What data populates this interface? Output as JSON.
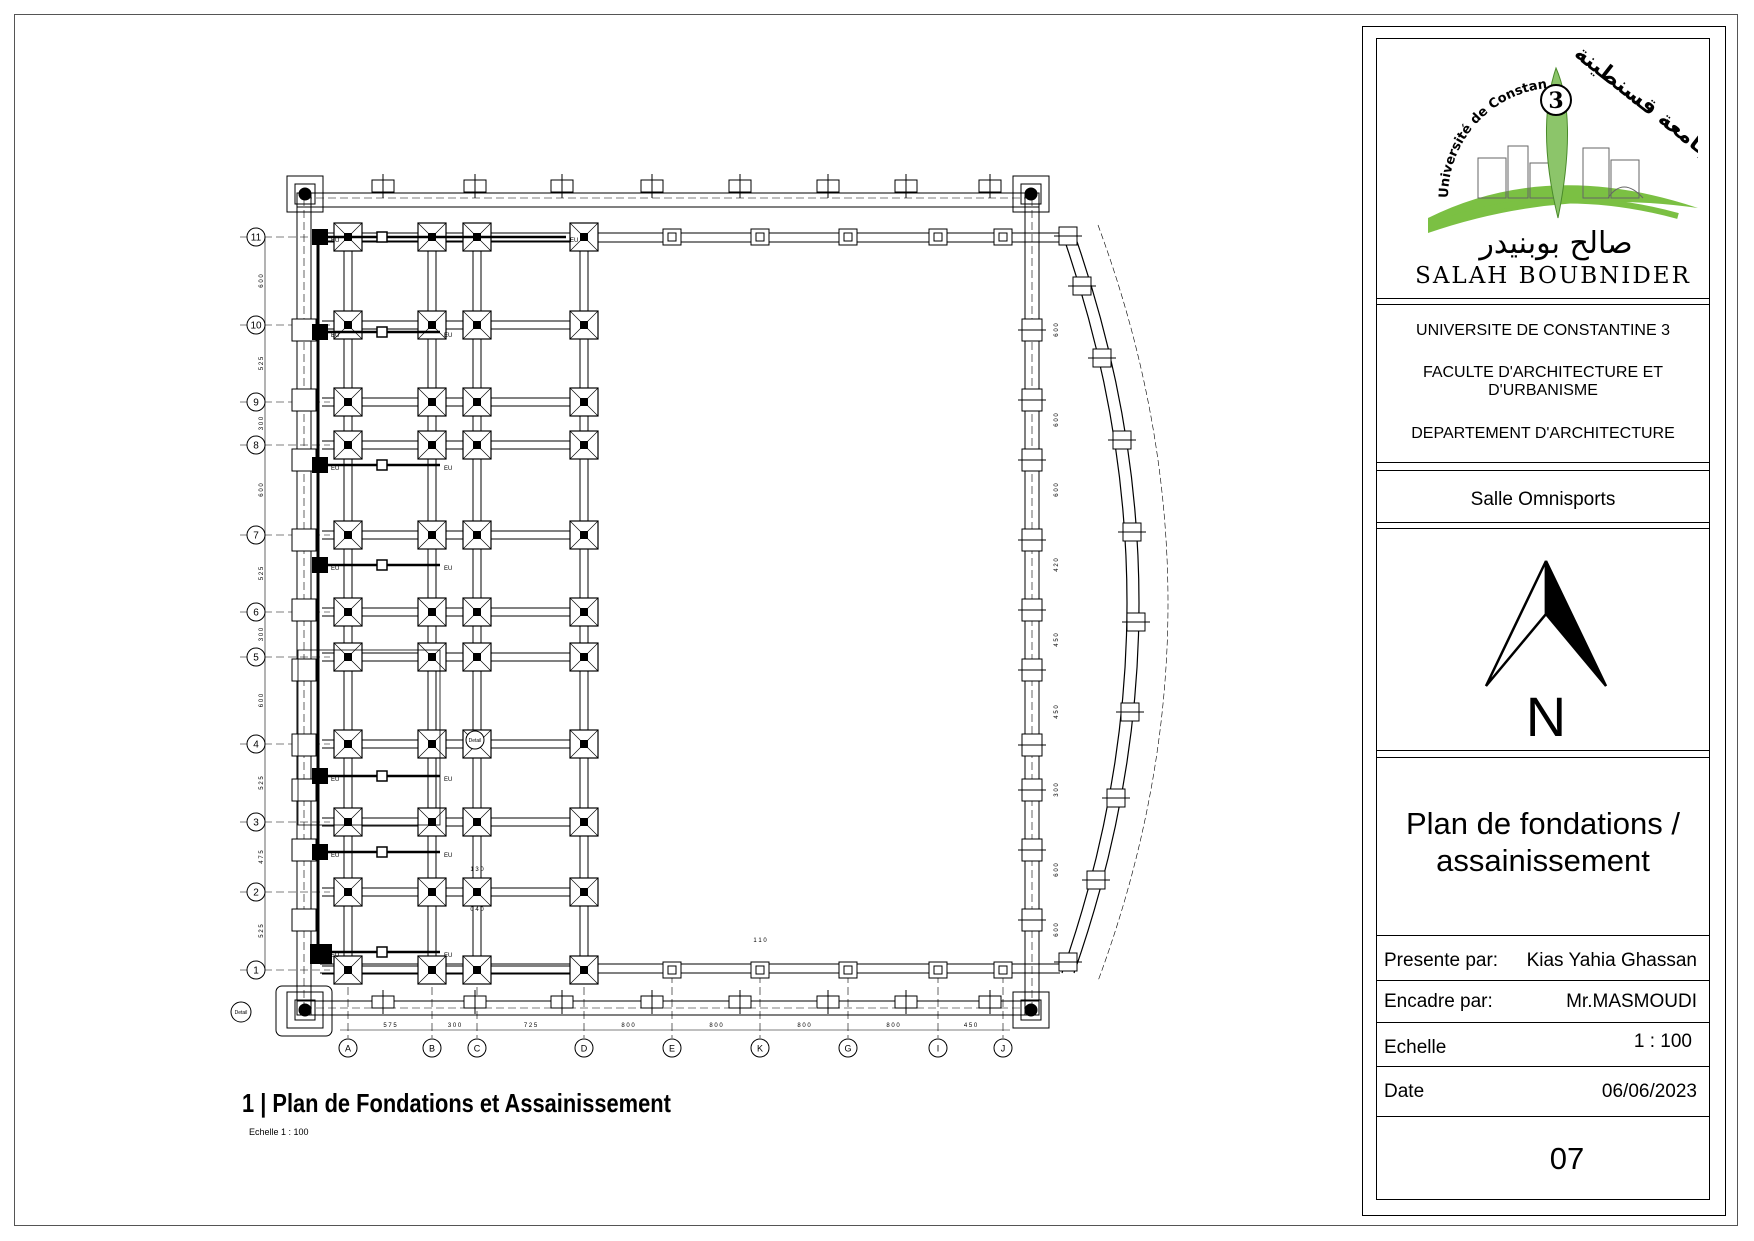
{
  "drawing": {
    "title": "1 | Plan de Fondations et Assainissement",
    "scale_note": "Echelle 1 : 100",
    "row_axes": [
      "1",
      "2",
      "3",
      "4",
      "5",
      "6",
      "7",
      "8",
      "9",
      "10",
      "11"
    ],
    "column_axes": [
      "A",
      "B",
      "C",
      "D",
      "E",
      "K",
      "G",
      "I",
      "J"
    ],
    "column_dims": [
      "5 7 5",
      "3 0 0",
      "7 2 5",
      "8 0 0",
      "8 0 0",
      "8 0 0",
      "8 0 0",
      "4 5 0"
    ],
    "row_dims": [
      "5 2 5",
      "4 7 5",
      "5 2 5",
      "6 0 0",
      "3 0 0",
      "5 2 5",
      "6 0 0",
      "3 0 0",
      "5 2 5",
      "6 0 0"
    ],
    "arc_dims": [
      "6 0 0",
      "6 0 0",
      "6 0 0",
      "4 2 0",
      "4 5 0",
      "4 5 0",
      "3 0 0",
      "6 0 0",
      "6 0 0"
    ],
    "drain_label": "EU",
    "detail_tag": "Detail",
    "footing_dims": [
      "1 3 0",
      "0 4 0",
      "1 1 0"
    ]
  },
  "logo": {
    "arc_text": "Université de Constantine",
    "number": "3",
    "arabic_top": "جامعة قسنطينة",
    "arabic_name": "صالح بوبنيدر",
    "latin_name": "SALAH BOUBNIDER"
  },
  "titleblock": {
    "university": "UNIVERSITE DE CONSTANTINE 3",
    "faculty_line1": "FACULTE D'ARCHITECTURE ET",
    "faculty_line2": "D'URBANISME",
    "department": "DEPARTEMENT D'ARCHITECTURE",
    "project": "Salle Omnisports",
    "north_letter": "N",
    "sheet_title_line1": "Plan de fondations /",
    "sheet_title_line2": "assainissement",
    "presented_label": "Presente par:",
    "presented_value": "Kias Yahia Ghassan",
    "supervised_label": "Encadre par:",
    "supervised_value": "Mr.MASMOUDI",
    "scale_label": "Echelle",
    "scale_value": "1 : 100",
    "date_label": "Date",
    "date_value": "06/06/2023",
    "sheet_number": "07"
  },
  "colors": {
    "logo_green": "#7bc043",
    "logo_red": "#d9534f",
    "line": "#000000"
  }
}
